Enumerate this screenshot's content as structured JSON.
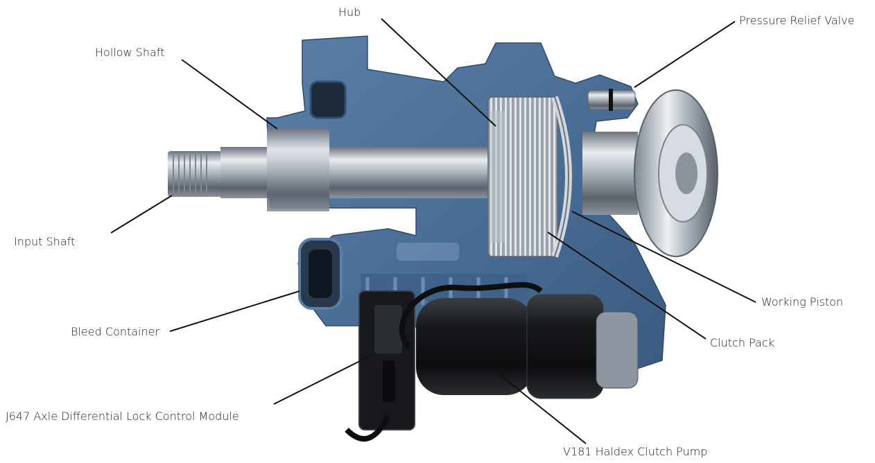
{
  "labels": {
    "hub": "Hub",
    "pressure_relief_valve": "Pressure Relief Valve",
    "hollow_shaft": "Hollow Shaft",
    "input_shaft": "Input Shaft",
    "working_piston": "Working Piston",
    "bleed_container": "Bleed Container",
    "clutch_pack": "Clutch Pack",
    "j647_module": "J647 Axle Differential Lock Control Module",
    "v181_pump": "V181 Haldex Clutch Pump"
  },
  "colors": {
    "housing_section": "#4a6e96",
    "housing_dark": "#2d4a6a",
    "steel": "#c9ced6",
    "steel_dark": "#6f7782",
    "motor_black": "#1b1d20",
    "leader": "#111111",
    "label_text": "#1a1a1a"
  }
}
